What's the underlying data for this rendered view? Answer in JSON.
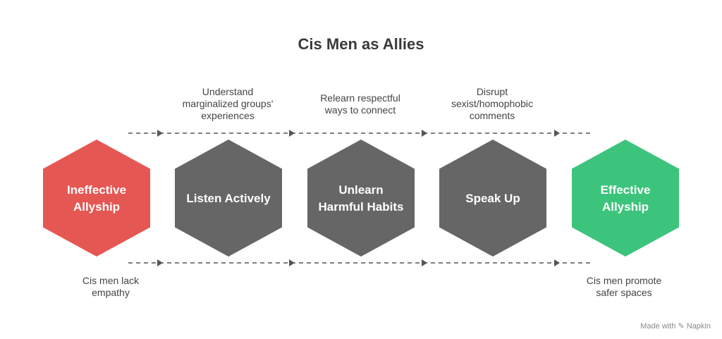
{
  "title": "Cis Men as Allies",
  "colors": {
    "start": "#e55753",
    "step": "#666666",
    "end": "#3cc47c",
    "arrow": "#555555"
  },
  "nodes": [
    {
      "label": "Ineffective\nAllyship",
      "kind": "start"
    },
    {
      "label": "Listen Actively",
      "kind": "step"
    },
    {
      "label": "Unlearn\nHarmful Habits",
      "kind": "step"
    },
    {
      "label": "Speak Up",
      "kind": "step"
    },
    {
      "label": "Effective\nAllyship",
      "kind": "end"
    }
  ],
  "top_captions": [
    "Understand\nmarginalized groups'\nexperiences",
    "Relearn respectful\nways to connect",
    "Disrupt\nsexist/homophobic\ncomments"
  ],
  "bottom_captions": {
    "start": "Cis men lack\nempathy",
    "end": "Cis men promote\nsafer spaces"
  },
  "watermark": {
    "prefix": "Made with",
    "brand": "Napkin"
  }
}
